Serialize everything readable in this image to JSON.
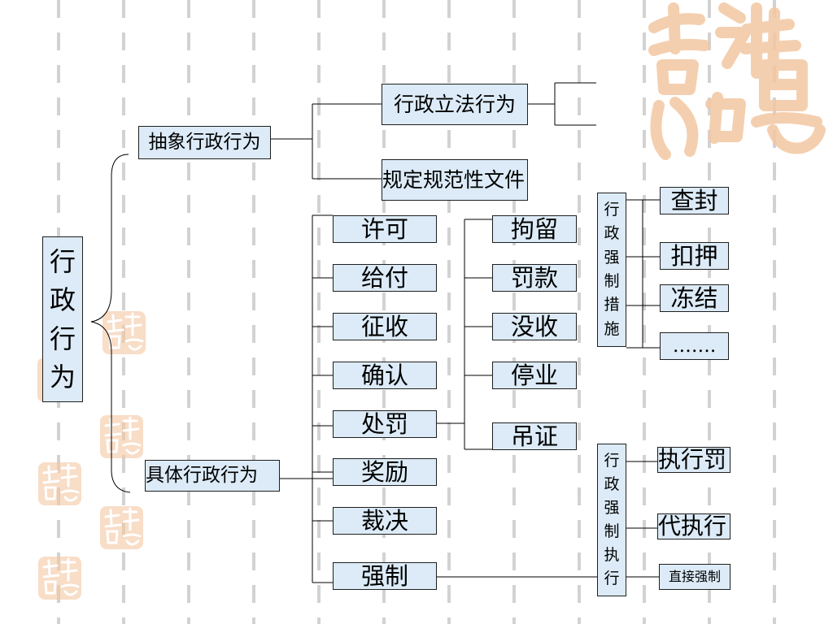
{
  "diagram": {
    "root": {
      "chars": [
        "行",
        "政",
        "行",
        "为"
      ]
    },
    "abstract": {
      "label": "抽象行政行为",
      "children": [
        "行政立法行为",
        "规定规范性文件"
      ]
    },
    "concrete": {
      "label": "具体行政行为",
      "children": [
        "许可",
        "给付",
        "征收",
        "确认",
        "处罚",
        "奖励",
        "裁决",
        "强制"
      ]
    },
    "penalties": [
      "拘留",
      "罚款",
      "没收",
      "停业",
      "吊证"
    ],
    "coercive_measures": {
      "chars": [
        "行",
        "政",
        "强",
        "制",
        "措",
        "施"
      ],
      "items": [
        "查封",
        "扣押",
        "冻结",
        "……."
      ]
    },
    "coercive_execution": {
      "chars": [
        "行",
        "政",
        "强",
        "制",
        "执",
        "行"
      ],
      "items": [
        "执行罚",
        "代执行",
        "直接强制"
      ]
    }
  },
  "colors": {
    "box_fill": "#dcebf7",
    "border": "#1f1f1f",
    "seal": "#f3c7a2"
  }
}
